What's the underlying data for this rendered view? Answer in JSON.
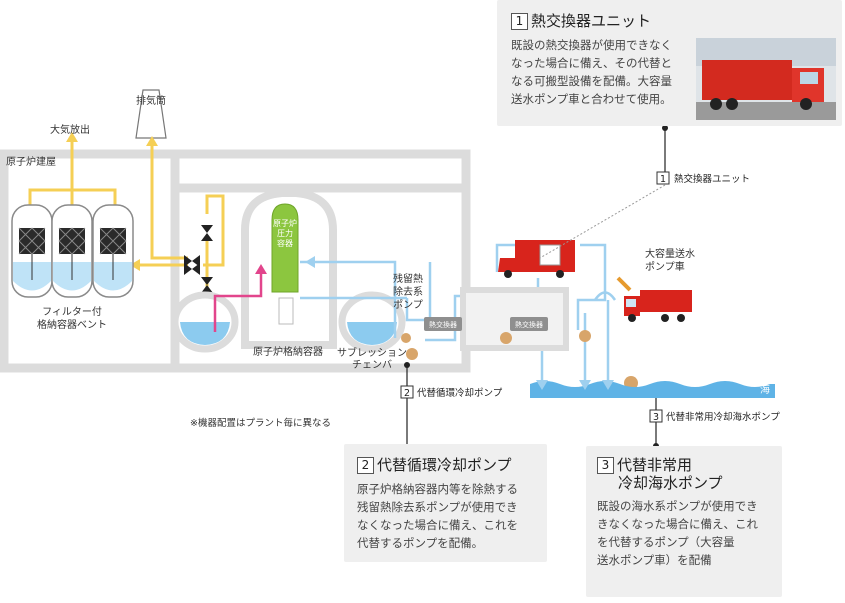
{
  "labels": {
    "atmosphere_release": "大気放出",
    "reactor_building": "原子炉建屋",
    "stack": "排気筒",
    "filter_vent": [
      "フィルター付",
      "格納容器ベント"
    ],
    "rpv": [
      "原子炉",
      "圧力",
      "容器"
    ],
    "containment": "原子炉格納容器",
    "suppression_chamber": [
      "サブレッション",
      "チェンバ"
    ],
    "rhr_pump": [
      "残留熱",
      "除去系",
      "ポンプ"
    ],
    "hx_a": "熱交換器",
    "hx_b": "熱交換器",
    "large_pump_truck": [
      "大容量送水",
      "ポンプ車"
    ],
    "sea": "海",
    "note": "※機器配置はプラント毎に異なる"
  },
  "tags": {
    "hx_unit": {
      "num": "1",
      "text": "熱交換器ユニット"
    },
    "alt_pump": {
      "num": "2",
      "text": "代替循環冷却ポンプ"
    },
    "seawater_pump": {
      "num": "3",
      "text": "代替非常用冷却海水ポンプ"
    }
  },
  "cards": {
    "hx_unit": {
      "num": "1",
      "title": "熱交換器ユニット",
      "body": "既設の熱交換器が使用できなく\nなった場合に備え、その代替と\nなる可搬型設備を配備。大容量\n送水ポンプ車と合わせて使用。"
    },
    "alt_pump": {
      "num": "2",
      "title": "代替循環冷却ポンプ",
      "body": "原子炉格納容器内等を除熱する\n残留熱除去系ポンプが使用でき\nなくなった場合に備え、これを\n代替するポンプを配備。"
    },
    "seawater_pump": {
      "num": "3",
      "title_line1": "代替非常用",
      "title_line2": "冷却海水ポンプ",
      "body": "既設の海水系ポンプが使用でき\nきなくなった場合に備え、これ\nを代替するポンプ（大容量\n送水ポンプ車）を配備"
    }
  },
  "colors": {
    "building": "#dcdcdc",
    "yellow_line": "#f5cf55",
    "blue_line": "#9fd0ef",
    "pink_line": "#e2458c",
    "water": "#8ccbef",
    "sea": "#5fb3e6",
    "rpv_green": "#8cc63f",
    "pump_tan": "#d8a56a",
    "truck_red": "#d8241c"
  }
}
